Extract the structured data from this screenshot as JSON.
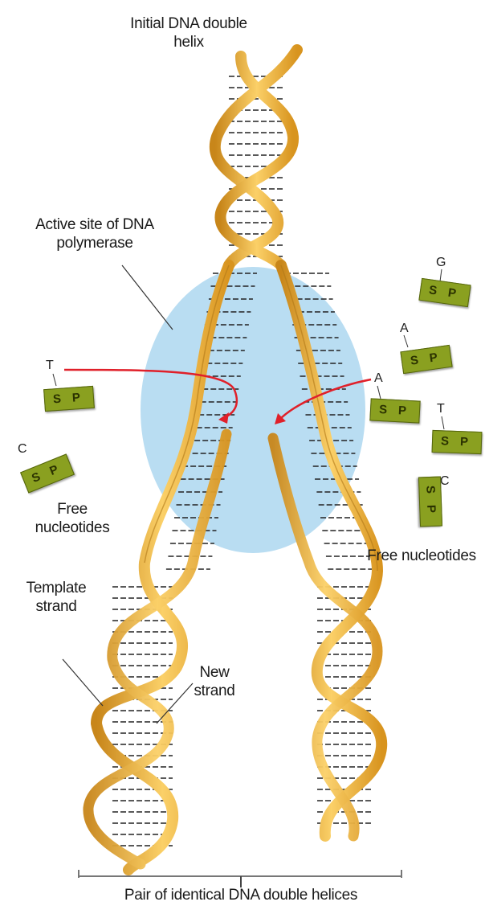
{
  "labels": {
    "initial_helix": "Initial DNA double helix",
    "active_site": "Active site of DNA polymerase",
    "free_nucleotides_left": "Free nucleotides",
    "free_nucleotides_right": "Free nucleotides",
    "template_strand": "Template strand",
    "new_strand": "New strand",
    "bottom_caption": "Pair of identical DNA double helices"
  },
  "nucleotide_parts": {
    "sugar": "S",
    "phosphate": "P"
  },
  "nucleotides": {
    "left_top": "T",
    "left_bottom": "C",
    "right_1": "G",
    "right_2": "A",
    "right_3": "A",
    "right_4": "T",
    "right_5": "C"
  },
  "colors": {
    "ribbon": "#f2b63a",
    "ribbon_edge": "#b07818",
    "polymerase_blob": "#b9ddf2",
    "nucleotide": "#8aa020",
    "arrow": "#e0202a"
  }
}
